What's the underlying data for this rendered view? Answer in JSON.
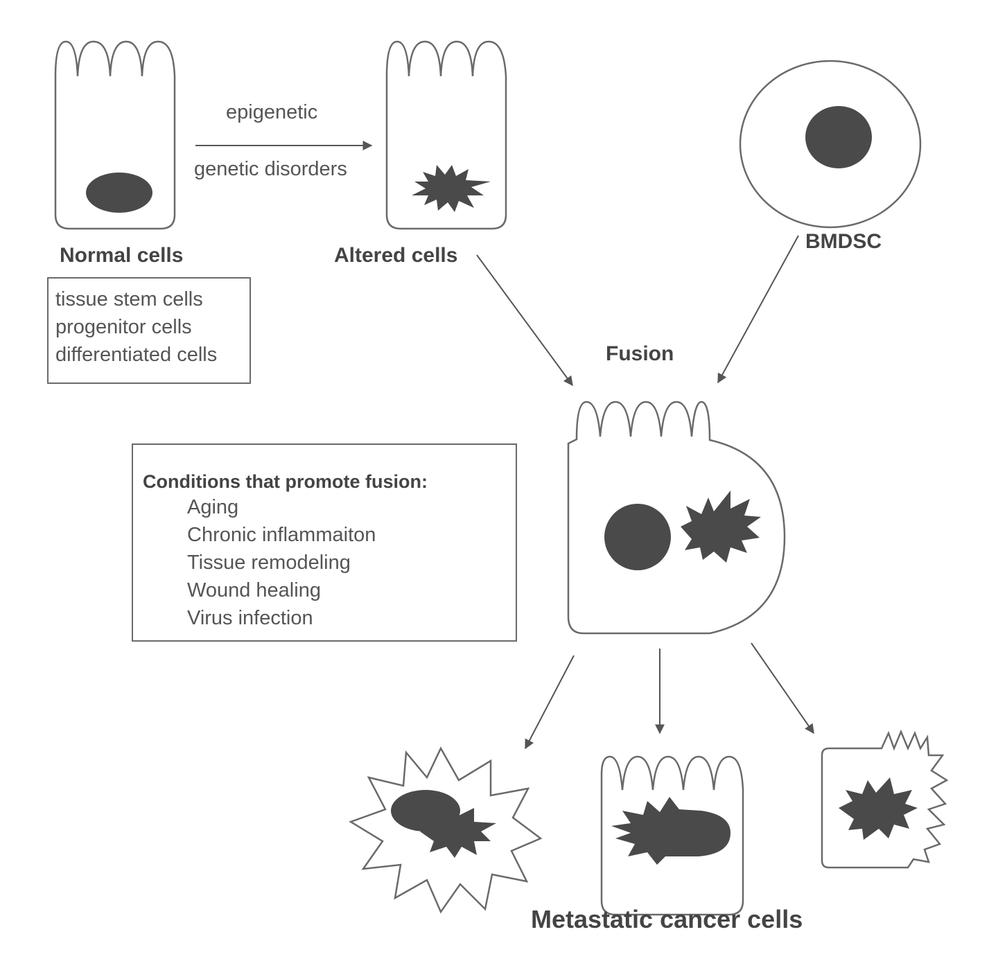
{
  "labels": {
    "normal_cells": "Normal cells",
    "altered_cells": "Altered cells",
    "bmdsc": "BMDSC",
    "fusion": "Fusion",
    "metastatic": "Metastatic cancer cells",
    "arrow_top": "epigenetic",
    "arrow_bottom": "genetic disorders"
  },
  "normal_types": [
    "tissue stem cells",
    "progenitor cells",
    "differentiated cells"
  ],
  "conditions": {
    "title": "Conditions that promote fusion:",
    "items": [
      "Aging",
      "Chronic inflammaiton",
      "Tissue remodeling",
      "Wound healing",
      "Virus infection"
    ]
  },
  "colors": {
    "nucleus": "#4a4a4a",
    "outline": "#6a6a6a",
    "text": "#555555"
  }
}
